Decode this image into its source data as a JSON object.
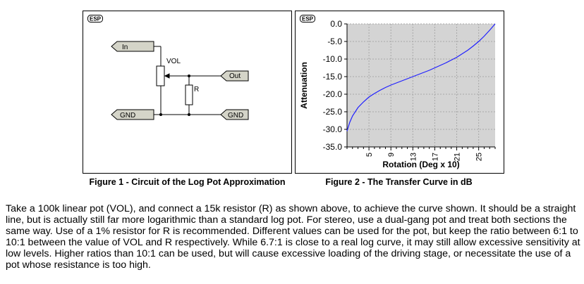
{
  "figure1": {
    "labels": {
      "in": "In",
      "vol": "VOL",
      "out": "Out",
      "r": "R",
      "gnd_left": "GND",
      "gnd_right": "GND"
    },
    "caption": "Figure 1 - Circuit of the Log Pot Approximation",
    "logo_text": "ESP"
  },
  "figure2": {
    "caption": "Figure 2 - The Transfer Curve in dB",
    "logo_text": "ESP"
  },
  "chart_data": {
    "type": "line",
    "xlabel": "Rotation (Deg x 10)",
    "ylabel": "Attenuation",
    "xlim": [
      1,
      28
    ],
    "ylim": [
      -35,
      0
    ],
    "x_ticks": [
      5,
      9,
      13,
      17,
      21,
      25
    ],
    "y_ticks": [
      0.0,
      -5.0,
      -10.0,
      -15.0,
      -20.0,
      -25.0,
      -30.0,
      -35.0
    ],
    "y_tick_labels": [
      "0.0",
      "-5.0",
      "-10.0",
      "-15.0",
      "-20.0",
      "-25.0",
      "-30.0",
      "-35.0"
    ],
    "grid": true,
    "plot_background": "#d4d4d4",
    "line_color": "#1f1fff",
    "series": [
      {
        "x": [
          1,
          1.5,
          2,
          3,
          4,
          5,
          6,
          7,
          8,
          9,
          10,
          11,
          12,
          13,
          14,
          15,
          16,
          17,
          18,
          19,
          20,
          21,
          22,
          23,
          24,
          25,
          26,
          27,
          28
        ],
        "y": [
          -30.5,
          -28,
          -26.2,
          -23.8,
          -22.2,
          -20.8,
          -19.8,
          -18.9,
          -18.1,
          -17.4,
          -16.8,
          -16.2,
          -15.6,
          -15.0,
          -14.4,
          -13.8,
          -13.2,
          -12.5,
          -11.8,
          -11.1,
          -10.3,
          -9.5,
          -8.5,
          -7.5,
          -6.3,
          -5.0,
          -3.5,
          -1.8,
          0.0
        ]
      }
    ]
  },
  "paragraph": "Take a 100k linear pot (VOL), and connect a 15k resistor (R) as shown above, to achieve the curve shown. It should be a straight line, but is actually still far more logarithmic than a standard log pot. For stereo, use a dual-gang pot and treat both sections the same way. Use of a 1% resistor for R is recommended. Different values can be used for the pot, but keep the ratio between 6:1 to 10:1 between the value of VOL and R respectively. While 6.7:1 is close to a real log curve, it may still allow excessive sensitivity at low levels. Higher ratios than 10:1 can be used, but will cause excessive loading of the driving stage, or necessitate the use of a pot whose resistance is too high."
}
